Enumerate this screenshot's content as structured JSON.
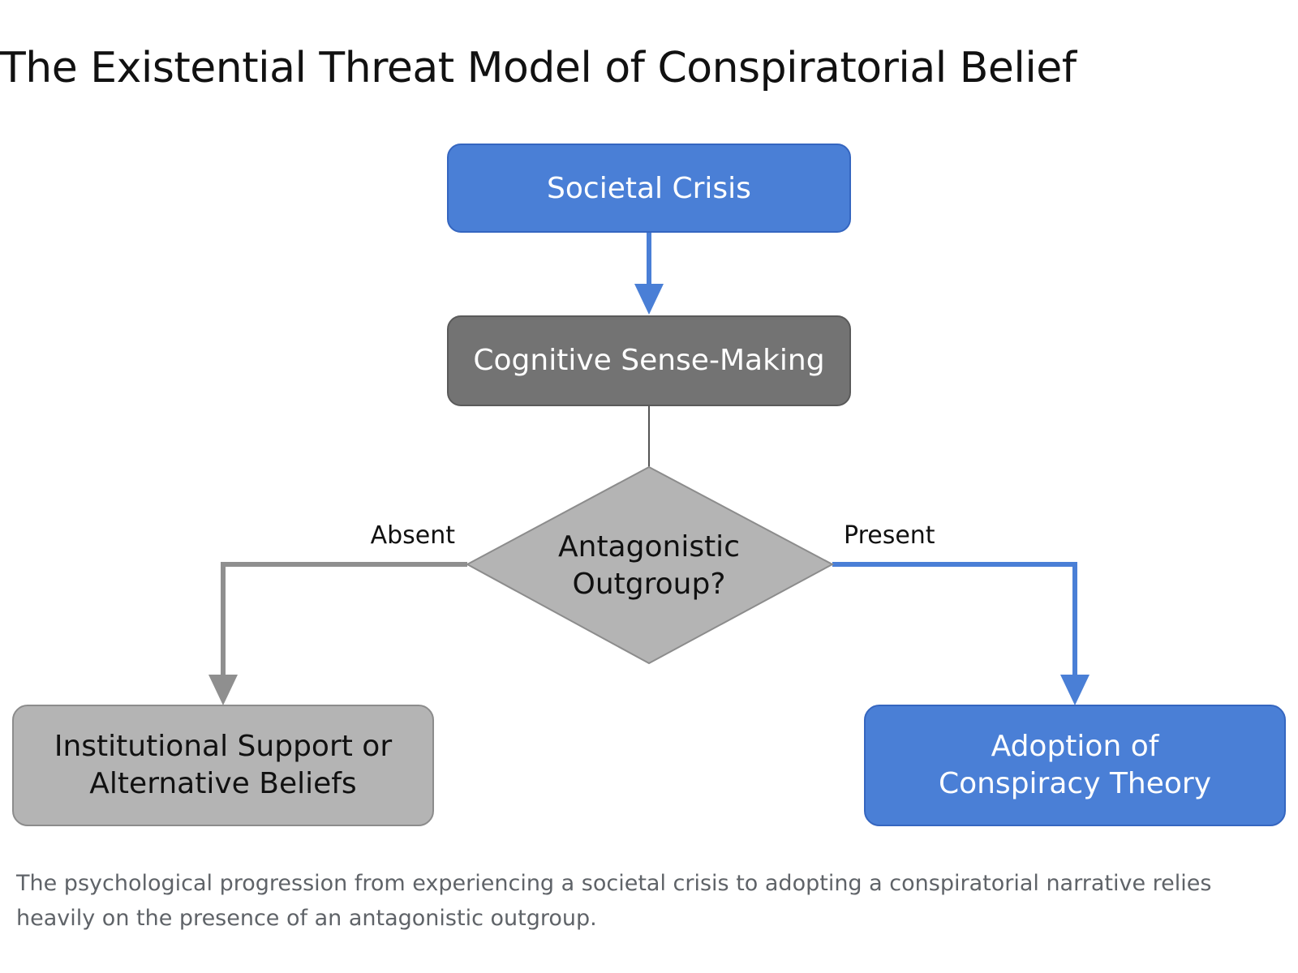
{
  "title": "The Existential Threat Model of Conspiratorial Belief",
  "colors": {
    "blue_fill": "#4a7fd6",
    "blue_stroke": "#3566c0",
    "blue_edge": "#4a7fd6",
    "dark_gray_fill": "#737373",
    "dark_gray_stroke": "#5a5a5a",
    "light_gray_fill": "#b4b4b4",
    "light_gray_stroke": "#8c8c8c",
    "gray_edge": "#8f8f8f",
    "connector": "#555555"
  },
  "nodes": {
    "societal_crisis": {
      "line1": "Societal Crisis"
    },
    "cognitive_sense_making": {
      "line1": "Cognitive Sense-Making"
    },
    "decision": {
      "line1": "Antagonistic",
      "line2": "Outgroup?"
    },
    "institutional_support": {
      "line1": "Institutional Support or",
      "line2": "Alternative Beliefs"
    },
    "adoption": {
      "line1": "Adoption of",
      "line2": "Conspiracy Theory"
    }
  },
  "edges": {
    "absent_label": "Absent",
    "present_label": "Present"
  },
  "caption": "The psychological progression from experiencing a societal crisis to adopting a conspiratorial narrative relies heavily on the presence of an antagonistic outgroup."
}
